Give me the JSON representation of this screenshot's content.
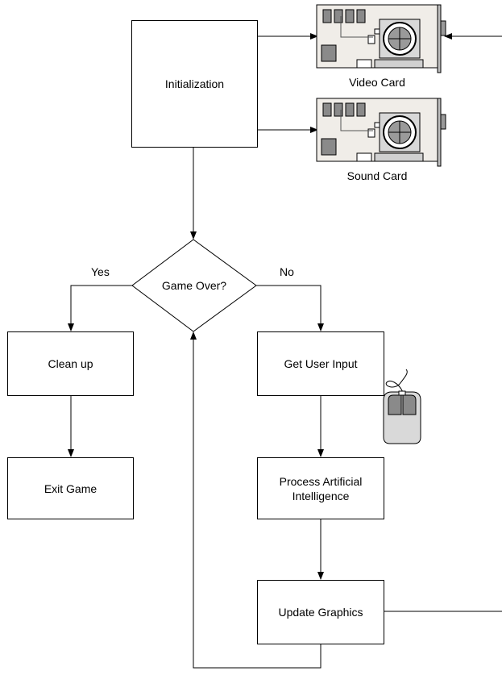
{
  "nodes": {
    "initialization": "Initialization",
    "decision": "Game Over?",
    "clean_up": "Clean up",
    "exit_game": "Exit Game",
    "get_user_input": "Get User Input",
    "process_ai": "Process Artificial Intelligence",
    "update_graphics": "Update Graphics"
  },
  "edges": {
    "yes_label": "Yes",
    "no_label": "No"
  },
  "devices": {
    "video_card": "Video Card",
    "sound_card": "Sound Card"
  },
  "icons": {
    "video_card": "expansion-card-icon",
    "sound_card": "expansion-card-icon",
    "mouse": "mouse-icon"
  }
}
